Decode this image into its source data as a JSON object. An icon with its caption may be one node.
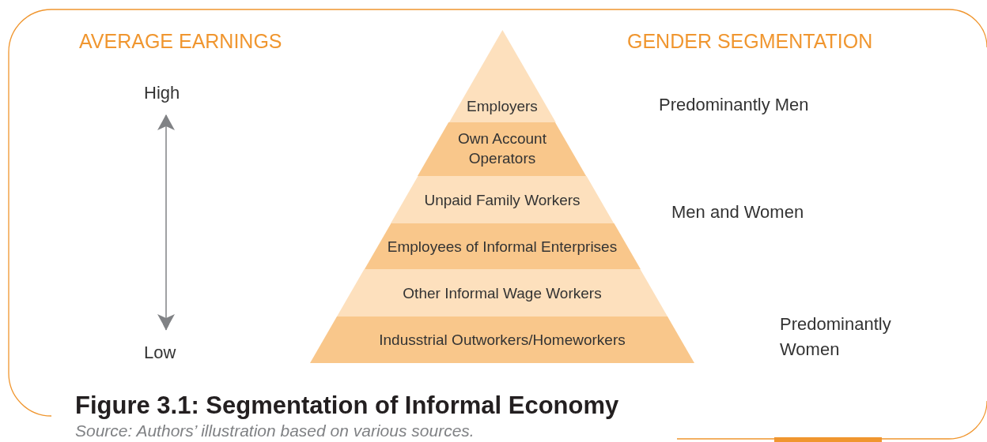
{
  "diagram": {
    "title": "Figure 3.1: Segmentation of Informal Economy",
    "caption": "Source: Authors’ illustration based on various sources.",
    "nodes": [
      {
        "text": [
          "Employers"
        ]
      },
      {
        "text": [
          "Own Account Operators"
        ]
      },
      {
        "text": [
          "Unpaid Family Workers"
        ]
      },
      {
        "text": [
          "Employees of Informal Enterprises"
        ]
      },
      {
        "text": [
          "Other Informal Wage Workers"
        ]
      },
      {
        "text": [
          "Indusstrial Outworkers/Homeworkers"
        ]
      }
    ],
    "labels": [
      "AVERAGE EARNINGS",
      "GENDER SEGMENTATION",
      "High",
      "Predominantly Men",
      "Men and Women",
      "Low",
      "Predominantly Women"
    ]
  }
}
